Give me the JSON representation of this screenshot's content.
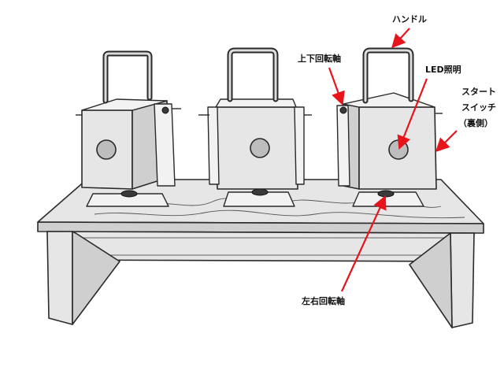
{
  "labels": {
    "handle": "ハンドル",
    "tilt_axis": "上下回転軸",
    "led": "LED照明",
    "start_line1": "スタート",
    "start_line2": "スイッチ",
    "start_line3": "（裏側）",
    "pan_axis": "左右回転軸"
  },
  "colors": {
    "arrow": "#e8141c",
    "sketch_line": "#2a2a2a",
    "fill": "#e6e6e6"
  }
}
